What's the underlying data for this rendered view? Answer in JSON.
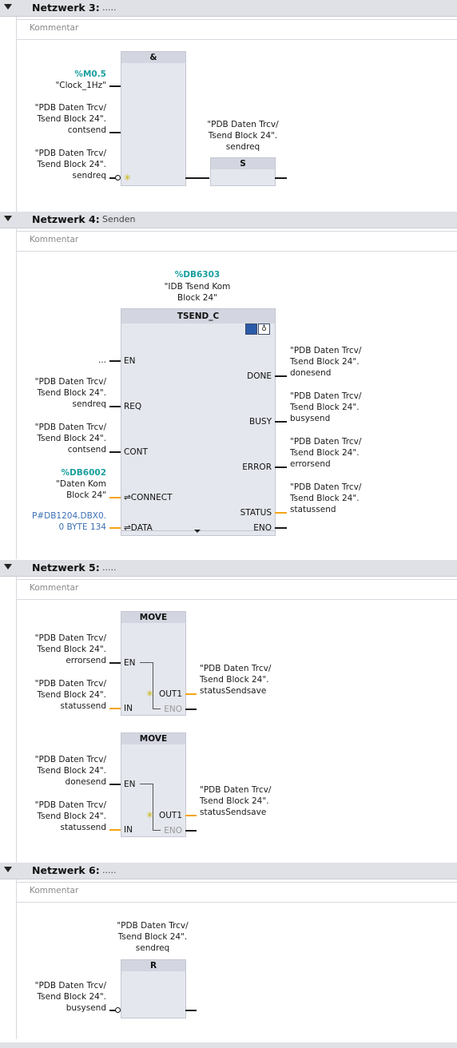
{
  "networks": [
    {
      "title": "Netzwerk 3:",
      "subtitle": "....."
    },
    {
      "title": "Netzwerk 4:",
      "subtitle": "Senden"
    },
    {
      "title": "Netzwerk 5:",
      "subtitle": "....."
    },
    {
      "title": "Netzwerk 6:",
      "subtitle": "....."
    }
  ],
  "comment_placeholder": "Kommentar",
  "nw3": {
    "and_title": "&",
    "in1_addr": "%M0.5",
    "in1_name": "\"Clock_1Hz\"",
    "in2_l1": "\"PDB Daten Trcv/",
    "in2_l2": "Tsend Block 24\".",
    "in2_l3": "contsend",
    "in3_l1": "\"PDB Daten Trcv/",
    "in3_l2": "Tsend Block 24\".",
    "in3_l3": "sendreq",
    "s_title": "S",
    "s_l1": "\"PDB Daten Trcv/",
    "s_l2": "Tsend Block 24\".",
    "s_l3": "sendreq"
  },
  "nw4": {
    "inst_addr": "%DB6303",
    "inst_l1": "\"IDB Tsend Kom",
    "inst_l2": "Block 24\"",
    "fb_title": "TSEND_C",
    "en_val": "...",
    "pin_en": "EN",
    "req_l1": "\"PDB Daten Trcv/",
    "req_l2": "Tsend Block 24\".",
    "req_l3": "sendreq",
    "pin_req": "REQ",
    "cont_l1": "\"PDB Daten Trcv/",
    "cont_l2": "Tsend Block 24\".",
    "cont_l3": "contsend",
    "pin_cont": "CONT",
    "conn_addr": "%DB6002",
    "conn_l1": "\"Daten Kom",
    "conn_l2": "Block 24\"",
    "pin_connect": "⇌CONNECT",
    "data_l1": "P#DB1204.DBX0.",
    "data_l2": "0 BYTE 134",
    "pin_data": "⇌DATA",
    "pin_done": "DONE",
    "done_l1": "\"PDB Daten Trcv/",
    "done_l2": "Tsend Block 24\".",
    "done_l3": "donesend",
    "pin_busy": "BUSY",
    "busy_l1": "\"PDB Daten Trcv/",
    "busy_l2": "Tsend Block 24\".",
    "busy_l3": "busysend",
    "pin_error": "ERROR",
    "error_l1": "\"PDB Daten Trcv/",
    "error_l2": "Tsend Block 24\".",
    "error_l3": "errorsend",
    "pin_status": "STATUS",
    "status_l1": "\"PDB Daten Trcv/",
    "status_l2": "Tsend Block 24\".",
    "status_l3": "statussend",
    "pin_eno": "ENO"
  },
  "nw5": {
    "moves": [
      {
        "title": "MOVE",
        "en_l1": "\"PDB Daten Trcv/",
        "en_l2": "Tsend Block 24\".",
        "en_l3": "errorsend",
        "in_l1": "\"PDB Daten Trcv/",
        "in_l2": "Tsend Block 24\".",
        "in_l3": "statussend",
        "out_l1": "\"PDB Daten Trcv/",
        "out_l2": "Tsend Block 24\".",
        "out_l3": "statusSendsave",
        "pin_en": "EN",
        "pin_in": "IN",
        "pin_out": "OUT1",
        "pin_eno": "ENO"
      },
      {
        "title": "MOVE",
        "en_l1": "\"PDB Daten Trcv/",
        "en_l2": "Tsend Block 24\".",
        "en_l3": "donesend",
        "in_l1": "\"PDB Daten Trcv/",
        "in_l2": "Tsend Block 24\".",
        "in_l3": "statussend",
        "out_l1": "\"PDB Daten Trcv/",
        "out_l2": "Tsend Block 24\".",
        "out_l3": "statusSendsave",
        "pin_en": "EN",
        "pin_in": "IN",
        "pin_out": "OUT1",
        "pin_eno": "ENO"
      }
    ]
  },
  "nw6": {
    "r_title": "R",
    "coil_l1": "\"PDB Daten Trcv/",
    "coil_l2": "Tsend Block 24\".",
    "coil_l3": "sendreq",
    "in_l1": "\"PDB Daten Trcv/",
    "in_l2": "Tsend Block 24\".",
    "in_l3": "busysend"
  },
  "colors": {
    "address": "#1a9e9e",
    "pointer": "#3b6fb6",
    "wire_orange": "#f4a414",
    "header": "#dfe1e6"
  }
}
